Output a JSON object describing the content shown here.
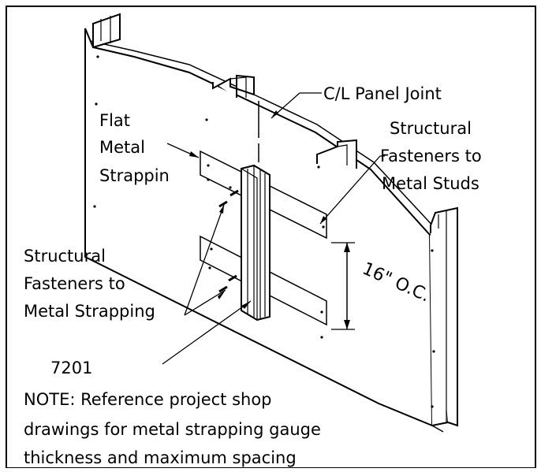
{
  "labels": {
    "panel_joint": "C/L Panel Joint",
    "flat_strapping": [
      "Flat",
      "Metal",
      "Strappin"
    ],
    "fasteners_studs": [
      "Structural",
      "Fasteners to",
      "Metal Studs"
    ],
    "fasteners_strapping": [
      "Structural",
      "Fasteners to",
      "Metal Strapping"
    ],
    "spacing": "16\" O.C.",
    "detail_number": "7201"
  },
  "note": [
    "NOTE: Reference project shop",
    "drawings for metal strapping gauge",
    "thickness and maximum spacing"
  ]
}
